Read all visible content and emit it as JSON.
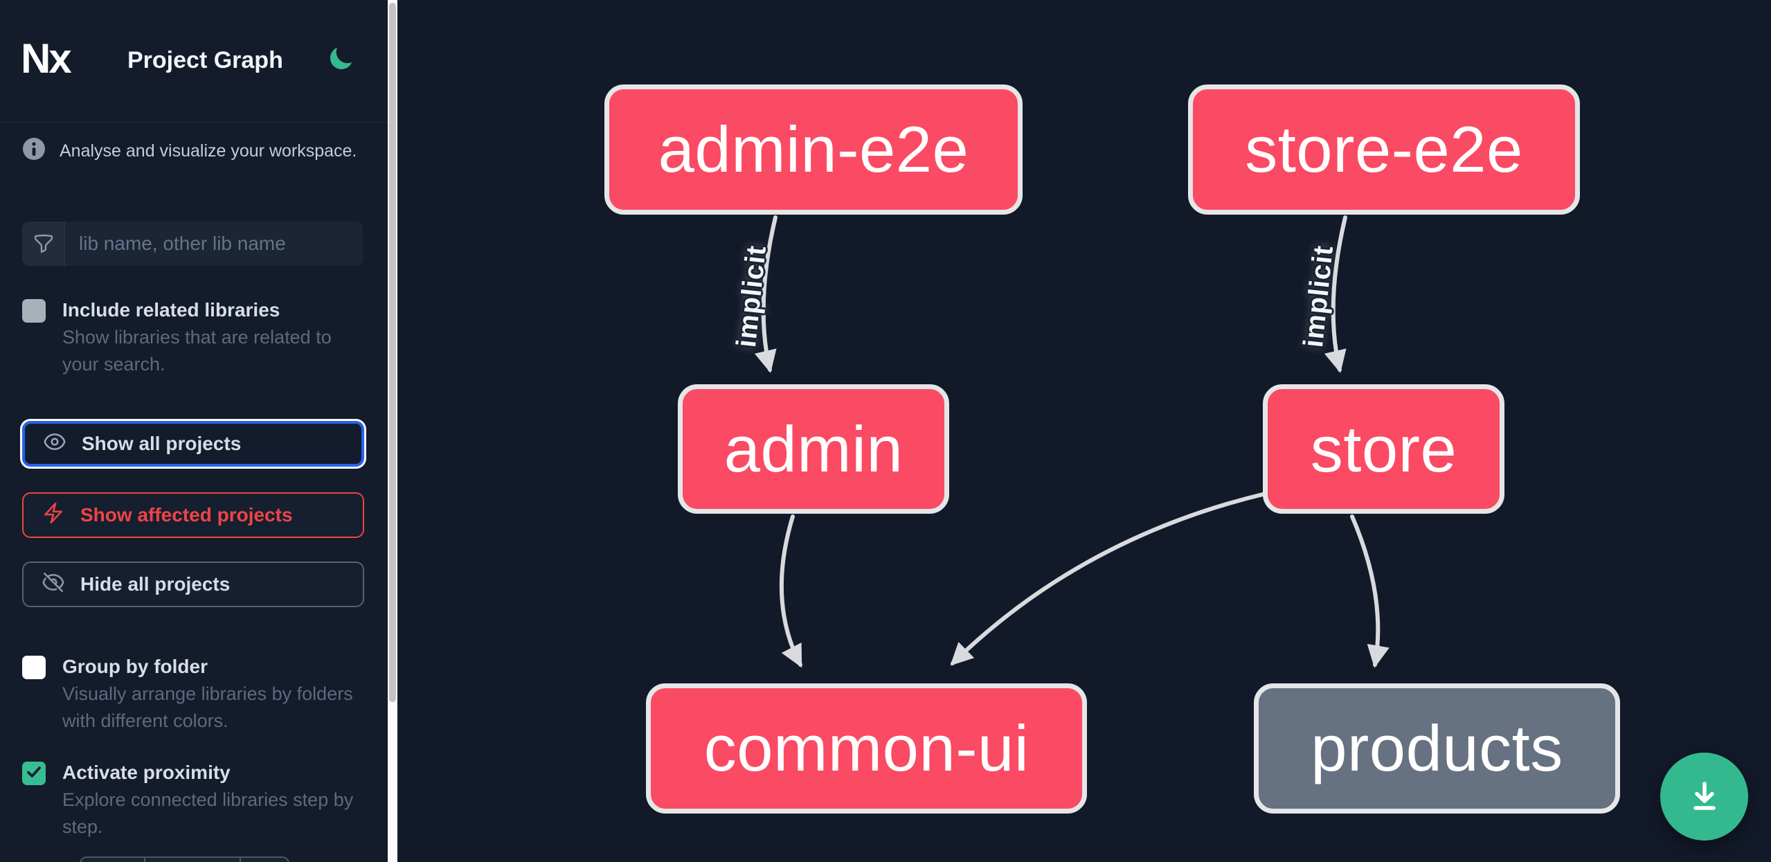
{
  "app": {
    "logo_text": "Nx",
    "title": "Project Graph"
  },
  "sidebar": {
    "tagline": "Analyse and visualize your workspace.",
    "search": {
      "placeholder": "lib name, other lib name",
      "value": ""
    },
    "include_related": {
      "label": "Include related libraries",
      "description": "Show libraries that are related to your search.",
      "checked": false
    },
    "actions": {
      "show_all": {
        "label": "Show all projects",
        "state": "active"
      },
      "show_affected": {
        "label": "Show affected projects"
      },
      "hide_all": {
        "label": "Hide all projects"
      }
    },
    "group_by_folder": {
      "label": "Group by folder",
      "description": "Visually arrange libraries by folders with different colors.",
      "checked": false
    },
    "activate_proximity": {
      "label": "Activate proximity",
      "description": "Explore connected libraries step by step.",
      "checked": true
    }
  },
  "graph": {
    "edge_label": "implicit",
    "nodes": [
      {
        "id": "admin-e2e",
        "label": "admin-e2e",
        "kind": "affected"
      },
      {
        "id": "store-e2e",
        "label": "store-e2e",
        "kind": "affected"
      },
      {
        "id": "admin",
        "label": "admin",
        "kind": "affected"
      },
      {
        "id": "store",
        "label": "store",
        "kind": "affected"
      },
      {
        "id": "common-ui",
        "label": "common-ui",
        "kind": "affected"
      },
      {
        "id": "products",
        "label": "products",
        "kind": "plain"
      }
    ],
    "edges": [
      {
        "from": "admin-e2e",
        "to": "admin",
        "label": "implicit"
      },
      {
        "from": "store-e2e",
        "to": "store",
        "label": "implicit"
      },
      {
        "from": "admin",
        "to": "common-ui"
      },
      {
        "from": "store",
        "to": "common-ui"
      },
      {
        "from": "store",
        "to": "products"
      }
    ]
  },
  "colors": {
    "affected_node": "#fb4a63",
    "plain_node": "#667181",
    "edge": "#e4e5e7",
    "accent_green": "#34b98e",
    "focus_blue": "#2563eb",
    "danger_red": "#ef4444",
    "canvas_bg": "#121929",
    "sidebar_bg": "#141b2b"
  }
}
